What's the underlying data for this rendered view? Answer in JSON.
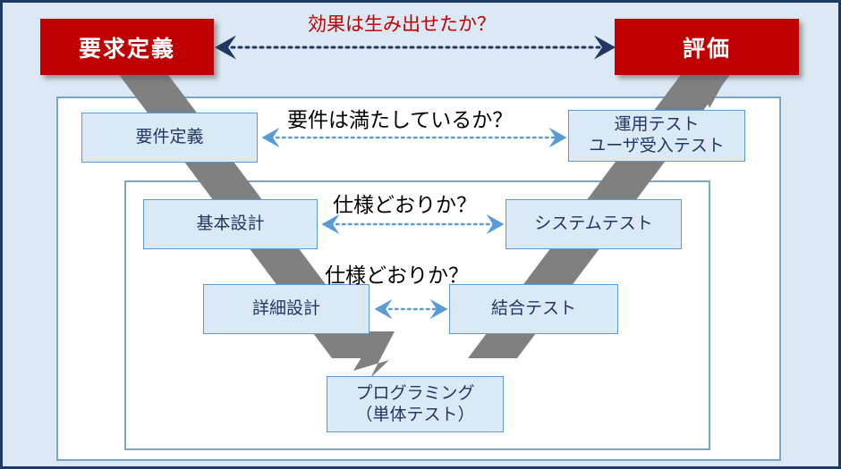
{
  "slide": {
    "background_color": "#dce8f4",
    "border_color": "#1f3864"
  },
  "phases": {
    "start": {
      "label": "要求定義",
      "color": "#c00000"
    },
    "end": {
      "label": "評価",
      "color": "#c00000"
    }
  },
  "stages": {
    "left": [
      {
        "id": "youken-teigi",
        "label": "要件定義"
      },
      {
        "id": "kihon-sekkei",
        "label": "基本設計"
      },
      {
        "id": "shousai-sekkei",
        "label": "詳細設計"
      }
    ],
    "right": [
      {
        "id": "unyou-test",
        "line1": "運用テスト",
        "line2": "ユーザ受入テスト"
      },
      {
        "id": "system-test",
        "label": "システムテスト"
      },
      {
        "id": "ketsugou-test",
        "label": "結合テスト"
      }
    ],
    "bottom": {
      "id": "programming",
      "line1": "プログラミング",
      "line2": "（単体テスト）"
    }
  },
  "annotations": [
    {
      "id": "effect",
      "text": "効果は生み出せたか？",
      "color": "#c00000"
    },
    {
      "id": "requirement",
      "text": "要件は満たしているか？",
      "color": "#000000"
    },
    {
      "id": "spec-1",
      "text": "仕様どおりか？",
      "color": "#000000"
    },
    {
      "id": "spec-2",
      "text": "仕様どおりか？",
      "color": "#000000"
    }
  ],
  "colors": {
    "stage_fill": "#dbe9f6",
    "stage_border": "#5b9bd5",
    "stage_text": "#1f3864",
    "flow_band": "#808080",
    "arrow_dark": "#1f3864",
    "arrow_light": "#5b9bd5",
    "frame_border": "#7ba7c7"
  }
}
